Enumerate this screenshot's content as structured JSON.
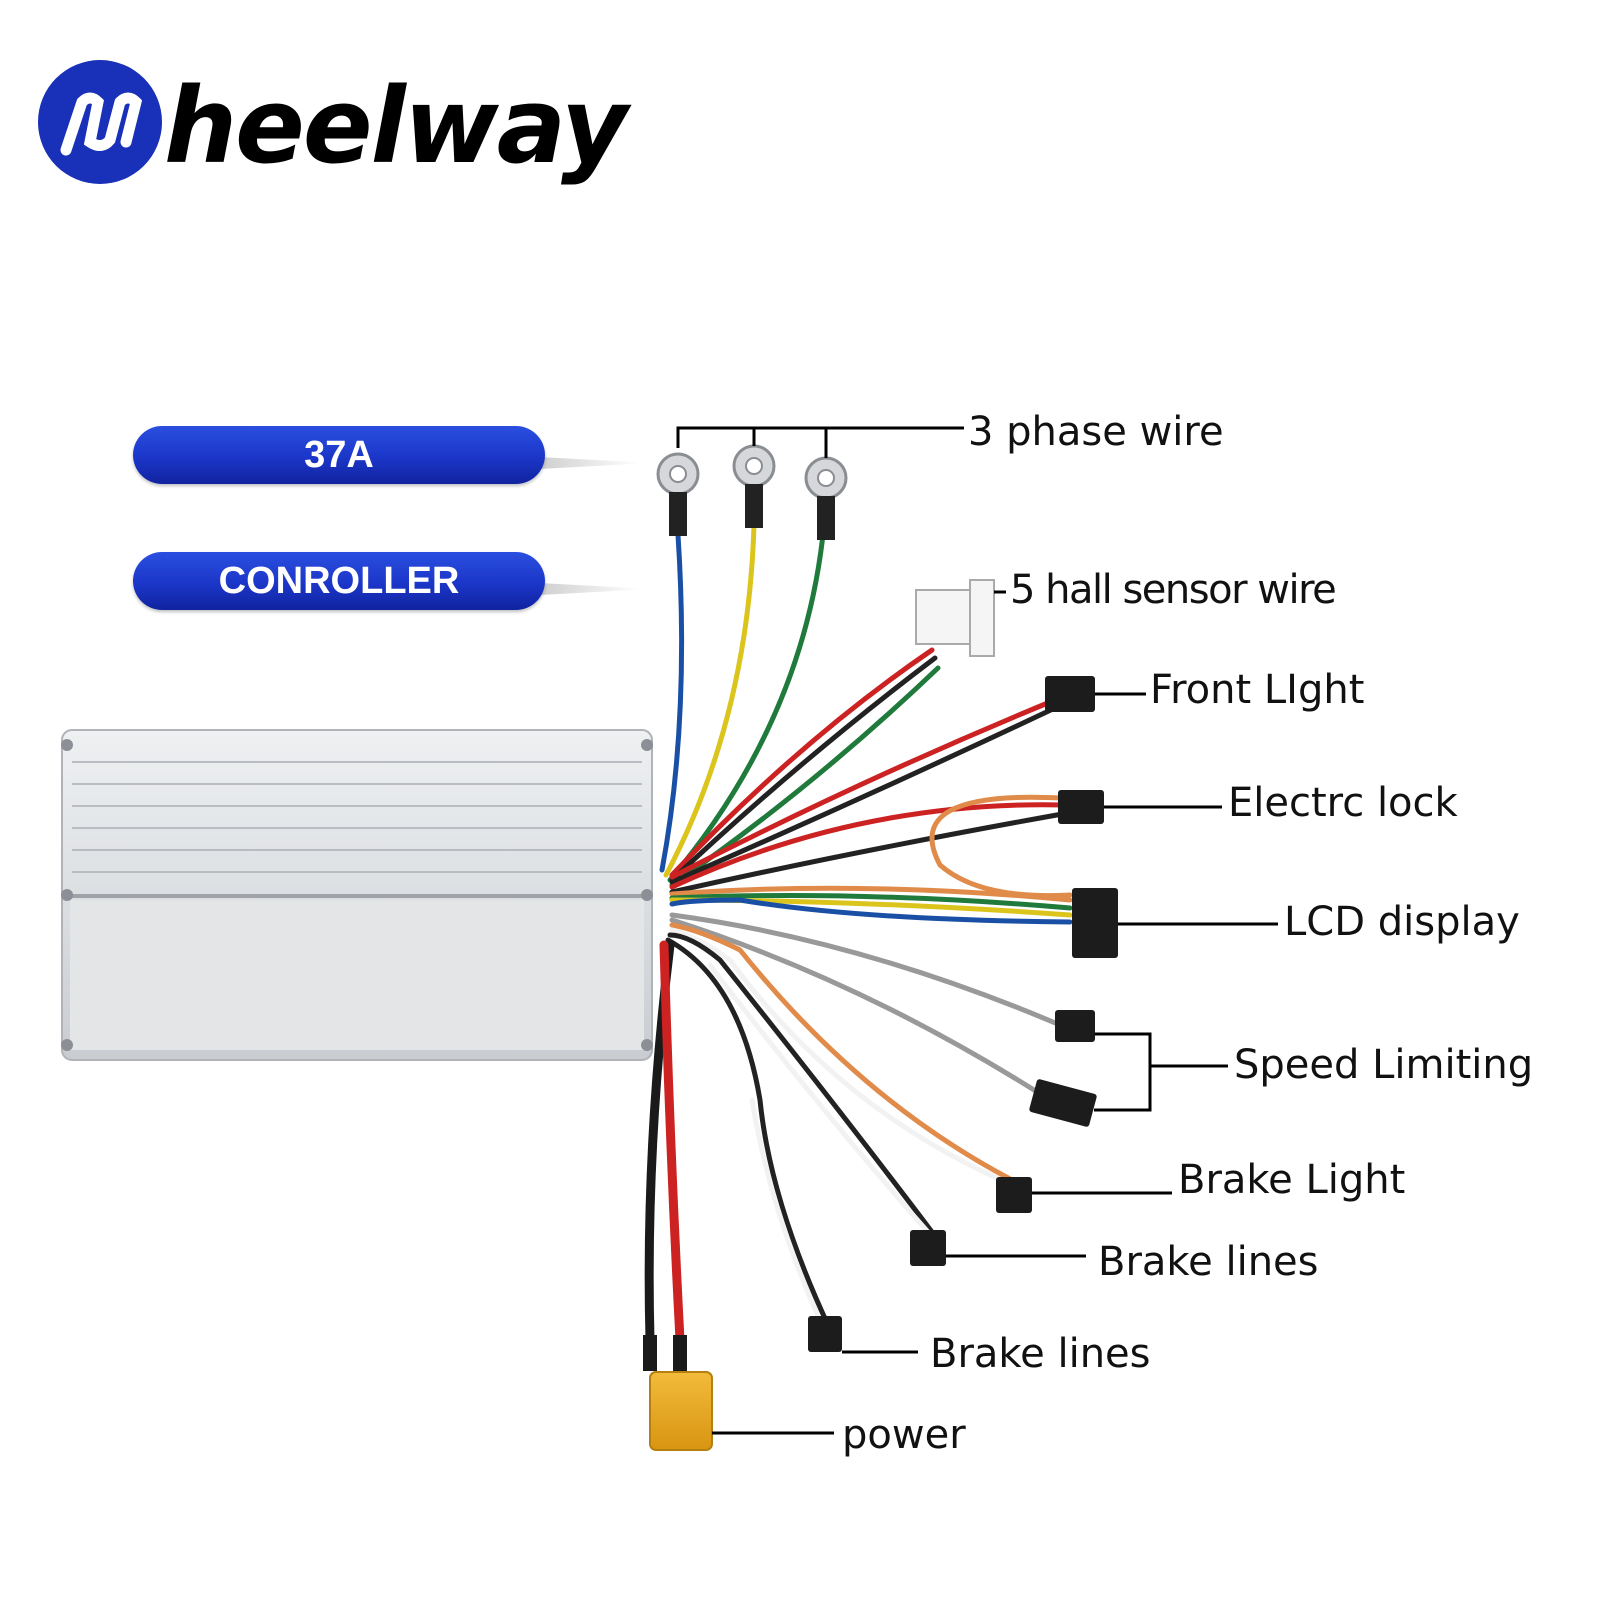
{
  "brand": {
    "logo_text": "heelway",
    "brand_color": "#1930b8"
  },
  "badges": [
    {
      "text": "37A"
    },
    {
      "text": "CONROLLER"
    }
  ],
  "labels": {
    "phase": "3 phase  wire",
    "hall": "5 hall sensor wire",
    "front_light": "Front  LIght",
    "electric_lock": "Electrc lock",
    "lcd": "LCD  display",
    "speed": "Speed Limiting",
    "brake_light": "Brake  Light",
    "brake_lines_1": "Brake  lines",
    "brake_lines_2": "Brake  lines",
    "power": "power"
  },
  "colors": {
    "pill": "#1b36c8",
    "housing": "#d8dadc",
    "xt60": "#e8a920"
  }
}
